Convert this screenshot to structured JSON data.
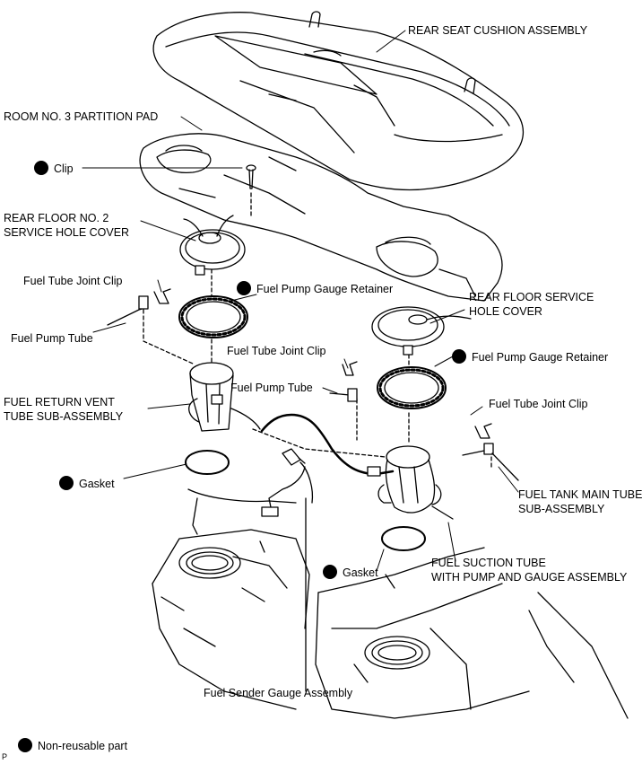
{
  "labels": {
    "rear_seat_cushion": "REAR SEAT CUSHION ASSEMBLY",
    "room_partition_pad": "ROOM NO. 3 PARTITION PAD",
    "clip": "Clip",
    "rear_floor_cover_2_line1": "REAR FLOOR NO. 2",
    "rear_floor_cover_2_line2": "SERVICE HOLE COVER",
    "fuel_tube_joint_clip_left": "Fuel Tube Joint Clip",
    "fuel_pump_gauge_retainer_left": "Fuel Pump Gauge Retainer",
    "fuel_pump_tube_left": "Fuel Pump Tube",
    "rear_floor_service_cover_line1": "REAR FLOOR SERVICE",
    "rear_floor_service_cover_line2": "HOLE COVER",
    "fuel_tube_joint_clip_mid": "Fuel Tube Joint Clip",
    "fuel_pump_gauge_retainer_right": "Fuel Pump Gauge Retainer",
    "fuel_return_vent_line1": "FUEL RETURN VENT",
    "fuel_return_vent_line2": "TUBE SUB-ASSEMBLY",
    "fuel_pump_tube_mid": "Fuel Pump Tube",
    "fuel_tube_joint_clip_right": "Fuel Tube Joint Clip",
    "gasket_left": "Gasket",
    "fuel_tank_main_tube_line1": "FUEL TANK MAIN TUBE",
    "fuel_tank_main_tube_line2": "SUB-ASSEMBLY",
    "fuel_suction_tube_line1": "FUEL SUCTION TUBE",
    "fuel_suction_tube_line2": "WITH PUMP AND GAUGE ASSEMBLY",
    "gasket_right": "Gasket",
    "fuel_sender_gauge": "Fuel Sender Gauge Assembly",
    "legend_non_reusable": "Non-reusable part",
    "corner_mark": "P"
  }
}
